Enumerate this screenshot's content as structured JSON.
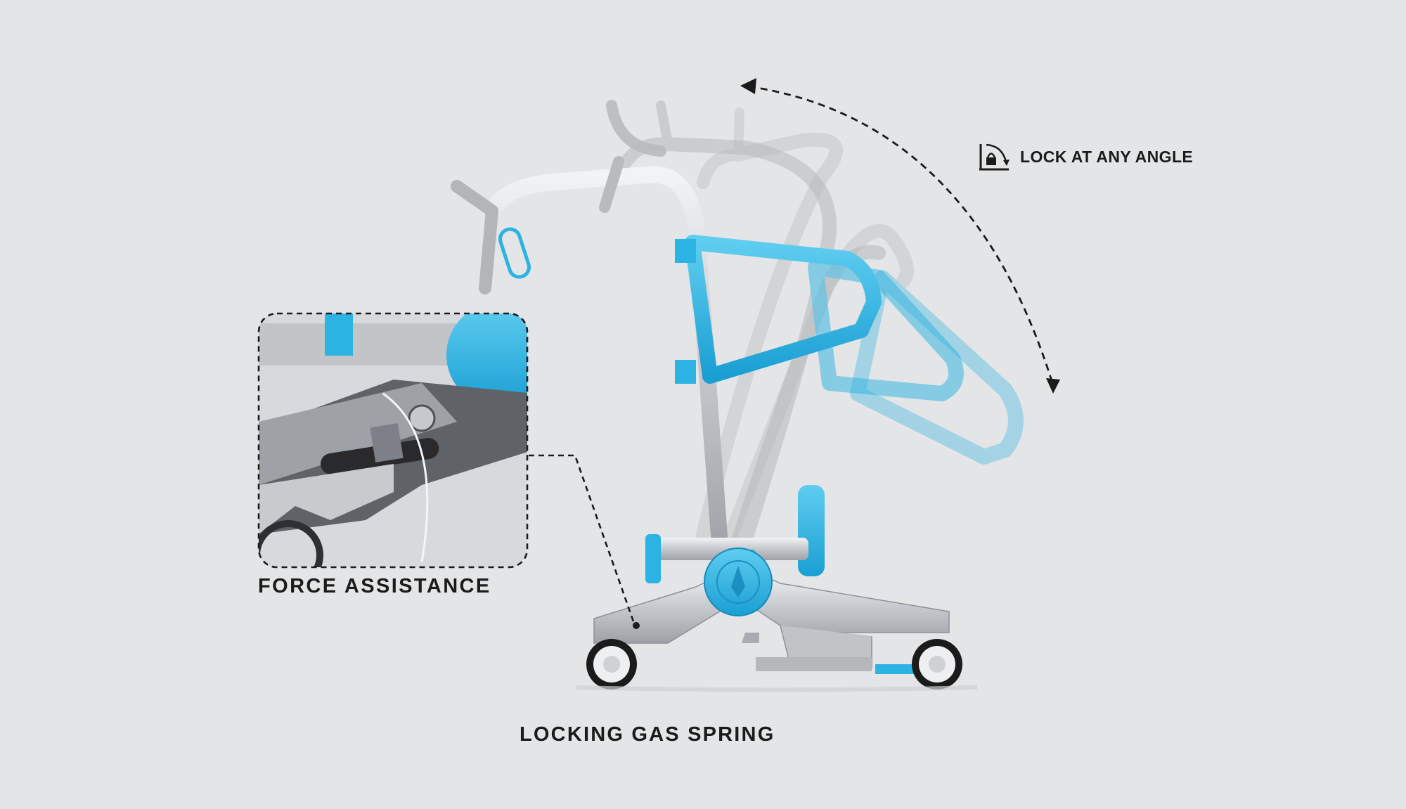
{
  "labels": {
    "force_assistance": "FORCE ASSISTANCE",
    "locking_gas_spring": "LOCKING GAS SPRING",
    "lock_at_any_angle": "LOCK AT ANY ANGLE"
  },
  "icons": {
    "angle_lock": "padlock-with-rotation-arrow-icon",
    "rotation_arrow": "dashed-curved-arrow-icon"
  },
  "colors": {
    "background": "#e4e5e7",
    "accent_blue": "#2bb3e3",
    "frame_grey": "#b6b8bb",
    "chrome": "#cfd2d6",
    "text": "#1b1b1b"
  }
}
